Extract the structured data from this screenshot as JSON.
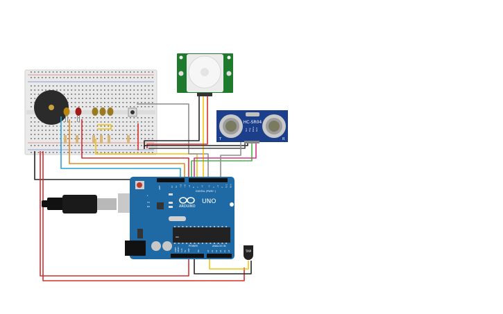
{
  "sensor_labels": {
    "ultrasonic_model": "HC-SR04",
    "ultrasonic_pins": [
      "Vcc",
      "Trig",
      "Echo",
      "Gnd"
    ],
    "ultrasonic_side_left": "T",
    "ultrasonic_side_right": "R"
  },
  "arduino": {
    "brand": "ARDUINO",
    "model": "UNO",
    "digital_header": "DIGITAL (PWM~)",
    "power_header": "POWER",
    "analog_header": "ANALOG IN",
    "tx": "TX",
    "rx": "RX",
    "l": "L",
    "on": "ON",
    "aref": "AREF",
    "gnd": "GND",
    "ioref": "IOREF",
    "reset": "RESET",
    "v33": "3.3V",
    "v5": "5V",
    "vin": "Vin",
    "analog_pins": [
      "A0",
      "A1",
      "A2",
      "A3",
      "A4",
      "A5"
    ],
    "digital_pins": [
      "13",
      "12",
      "~11",
      "~10",
      "~9",
      "8",
      "7",
      "~6",
      "~5",
      "4",
      "~3",
      "2",
      "TX 1",
      "RX 0"
    ]
  },
  "temp_sensor_label": "TMP",
  "colors": {
    "wire_red": "#d32f2f",
    "wire_black": "#222222",
    "wire_yellow": "#f1c40f",
    "wire_orange": "#e58a1f",
    "wire_blue": "#2a9fd6",
    "wire_green": "#3fb54a",
    "wire_pink": "#d63384",
    "wire_gray": "#8c8c8c",
    "arduino_blue": "#1f6aa5",
    "pir_green": "#1e7a2d",
    "ultrasonic_blue": "#1c3f8c",
    "breadboard": "#e8e8e8"
  }
}
